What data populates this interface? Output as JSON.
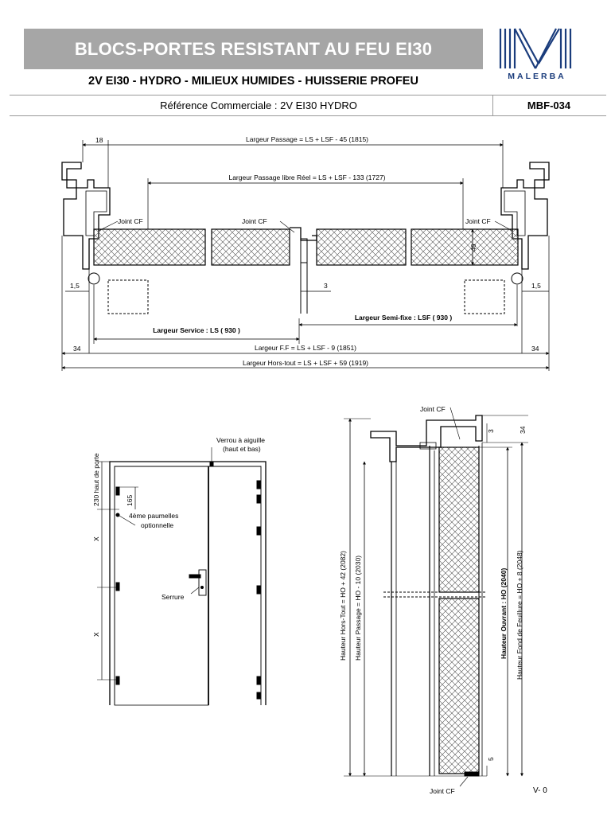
{
  "header": {
    "title": "BLOCS-PORTES RESISTANT AU FEU EI30",
    "subtitle": "2V EI30 - HYDRO - MILIEUX HUMIDES - HUISSERIE PROFEU",
    "reference": "Référence Commerciale : 2V EI30 HYDRO",
    "code": "MBF-034"
  },
  "logo": {
    "brand": "MALERBA",
    "color": "#1a3c7c"
  },
  "plan_view": {
    "dim_18": "18",
    "largeur_passage": "Largeur Passage  = LS + LSF - 45 (1815)",
    "largeur_passage_libre": "Largeur Passage libre Réel = LS + LSF - 133 (1727)",
    "joint_cf_left": "Joint CF",
    "joint_cf_center": "Joint CF",
    "joint_cf_right": "Joint CF",
    "dim_46": "46",
    "dim_1_5_left": "1,5",
    "dim_1_5_right": "1,5",
    "dim_3": "3",
    "largeur_semi_fixe": "Largeur Semi-fixe : LSF ( 930 )",
    "largeur_service": "Largeur Service : LS ( 930 )",
    "dim_34_left": "34",
    "dim_34_right": "34",
    "largeur_ff": "Largeur F.F = LS + LSF - 9 (1851)",
    "largeur_hors_tout": "Largeur Hors-tout = LS + LSF + 59 (1919)"
  },
  "elevation": {
    "verrou": "Verrou à aiguille",
    "verrou_sub": "(haut et bas)",
    "haut_de_porte": "230 haut de porte",
    "dim_165": "165",
    "paumelles": "4ème paumelles",
    "paumelles_sub": "optionnelle",
    "x_upper": "X",
    "x_lower": "X",
    "serrure": "Serrure"
  },
  "section_view": {
    "joint_cf_top": "Joint CF",
    "joint_cf_bottom": "Joint CF",
    "dim_3": "3",
    "dim_34": "34",
    "dim_5": "5",
    "hauteur_hors_tout": "Hauteur Hors-Tout = HO + 42 (2082)",
    "hauteur_passage": "Hauteur Passage = HO - 10 (2030)",
    "hauteur_ouvrant": "Hauteur Ouvrant : HO (2040)",
    "hauteur_fond_feuillure": "Hauteur Fond de Feuillure = HO + 8 (2048)"
  },
  "version": "V- 0"
}
